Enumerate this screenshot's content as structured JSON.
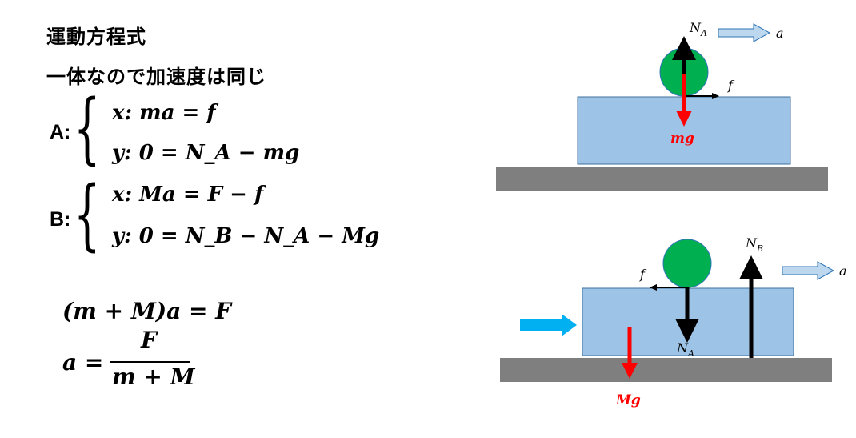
{
  "text": {
    "title": "運動方程式",
    "subtitle": "一体なので加速度は同じ",
    "label_a": "A:",
    "label_b": "B:",
    "eq_a_x": "x: ma = f",
    "eq_a_y": "y:  0 = N_A − mg",
    "eq_b_x": "x:  Ma = F  − f",
    "eq_b_y": "y:  0 = N_B − N_A − Mg",
    "eq_sum": "(m + M)a  =  F",
    "eq_a_lhs": "a =",
    "eq_a_num": "F",
    "eq_a_den": "m + M"
  },
  "diagram_top": {
    "normal_label": "N",
    "normal_sub": "A",
    "accel_label": "a",
    "friction_label": "f",
    "gravity_label": "mg"
  },
  "diagram_bottom": {
    "normal_b_label": "N",
    "normal_b_sub": "B",
    "normal_a_label": "N",
    "normal_a_sub": "A",
    "accel_label": "a",
    "friction_label": "f",
    "gravity_label": "Mg"
  },
  "colors": {
    "block": "#9dc3e6",
    "block_border": "#41719c",
    "floor": "#7f7f7f",
    "ball": "#00b050",
    "gravity_arrow": "#ff0000",
    "force_arrow": "#00b0f0",
    "accel_arrow": "#bdd7ee",
    "force_black": "#000000"
  }
}
